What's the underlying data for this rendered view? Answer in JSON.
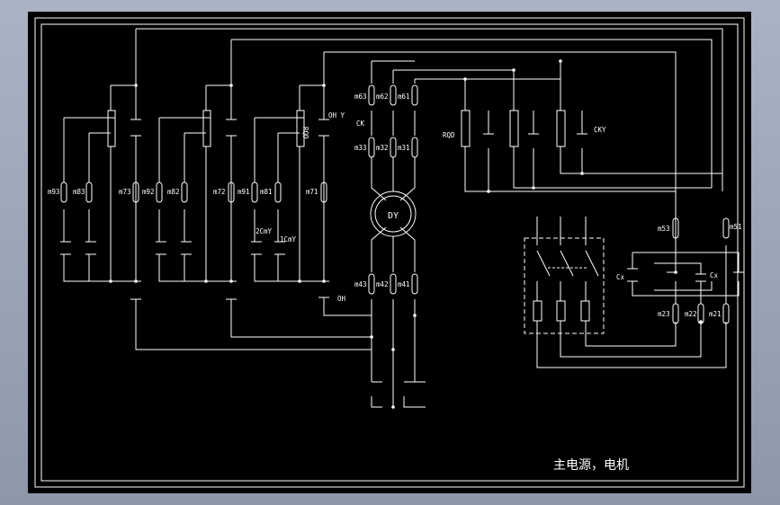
{
  "title": "主电源，电机",
  "motor": "DY",
  "labels": {
    "m93": "m93",
    "m83": "m83",
    "m73": "m73",
    "m92": "m92",
    "m82": "m82",
    "m72": "m72",
    "m91": "m91",
    "m81": "m81",
    "m71": "m71",
    "m63": "m63",
    "m62": "m62",
    "m61": "m61",
    "m33": "m33",
    "m32": "m32",
    "m31": "m31",
    "m43": "m43",
    "m42": "m42",
    "m41": "m41",
    "m53": "m53",
    "m51": "m51",
    "m23": "m23",
    "m22": "m22",
    "m21": "m21",
    "RQD_v": "RQD",
    "RQD": "RQD",
    "CK": "CK",
    "CKY": "CKY",
    "OHY": "OH Y",
    "OH": "OH",
    "CmY2": "2CmY",
    "CmY1": "1CmY",
    "Cx1": "Cx",
    "Cx2": "Cx"
  }
}
